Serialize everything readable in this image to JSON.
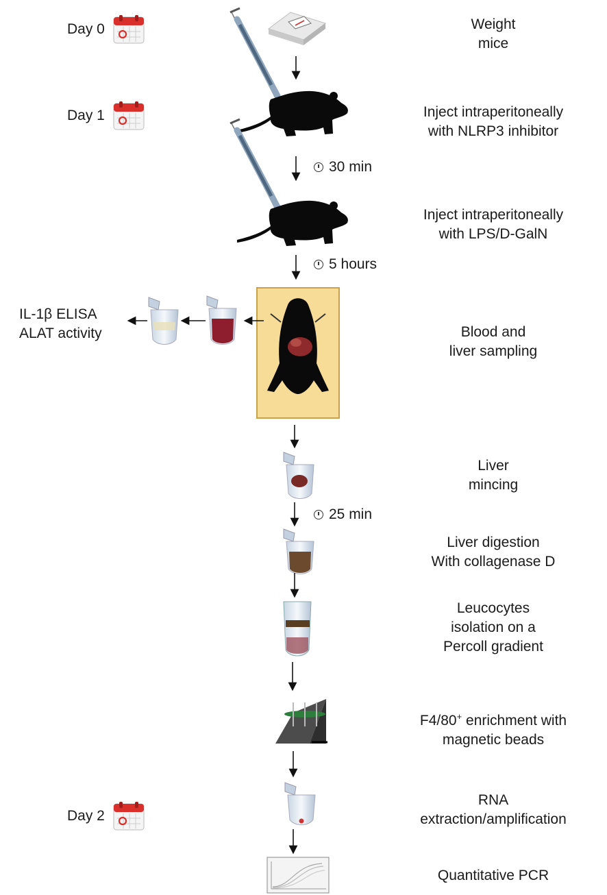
{
  "days": [
    {
      "label": "Day 0"
    },
    {
      "label": "Day 1"
    },
    {
      "label": "Day 2"
    }
  ],
  "steps": [
    {
      "lines": [
        "Weight",
        "mice"
      ]
    },
    {
      "lines": [
        "Inject intraperitoneally",
        "with NLRP3 inhibitor"
      ]
    },
    {
      "lines": [
        "Inject intraperitoneally",
        "with LPS/D-GalN"
      ]
    },
    {
      "lines": [
        "Blood and",
        "liver sampling"
      ]
    },
    {
      "lines": [
        "Liver",
        "mincing"
      ]
    },
    {
      "lines": [
        "Liver digestion",
        "With collagenase D"
      ]
    },
    {
      "lines": [
        "Leucocytes",
        "isolation on a",
        "Percoll gradient"
      ]
    },
    {
      "lines": [
        "F4/80",
        "magnetic beads"
      ],
      "superscript": "+",
      "suffix": " enrichment with"
    },
    {
      "lines": [
        "RNA",
        "extraction/amplification"
      ]
    },
    {
      "lines": [
        "Quantitative PCR"
      ]
    }
  ],
  "timers": [
    {
      "label": "30 min"
    },
    {
      "label": "5 hours"
    },
    {
      "label": "25 min"
    }
  ],
  "blood_readout": {
    "lines": [
      "IL-1β ELISA",
      "ALAT activity"
    ]
  },
  "colors": {
    "calendar_red": "#d9302c",
    "mouse": "#0a0a0a",
    "panel_fill": "#f7dc98",
    "blood": "#8e1d2d",
    "liver": "#7a2a26",
    "digest": "#6b4a2e"
  }
}
